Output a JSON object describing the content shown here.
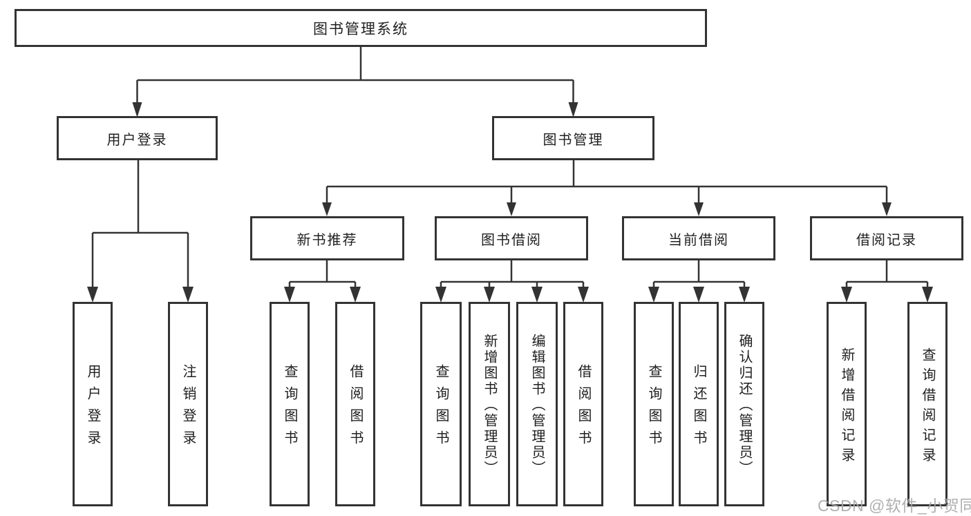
{
  "diagram": {
    "root": "图书管理系统",
    "level2": {
      "login": "用户登录",
      "book_mgmt": "图书管理"
    },
    "level3": {
      "new_books": "新书推荐",
      "borrowing": "图书借阅",
      "current": "当前借阅",
      "records": "借阅记录"
    },
    "leaves": {
      "login": [
        "用户登录",
        "注销登录"
      ],
      "new_books": [
        "查询图书",
        "借阅图书"
      ],
      "borrowing": [
        "查询图书",
        "新增图书（管理员）",
        "编辑图书（管理员）",
        "借阅图书"
      ],
      "current": [
        "查询图书",
        "归还图书",
        "确认归还（管理员）"
      ],
      "records": [
        "新增借阅记录",
        "查询借阅记录"
      ]
    }
  },
  "watermark": "CSDN @软件_小贺同学",
  "colors": {
    "line": "#333333",
    "text": "#1f1f1f",
    "watermark": "#a8a8a8",
    "background": "#ffffff"
  }
}
